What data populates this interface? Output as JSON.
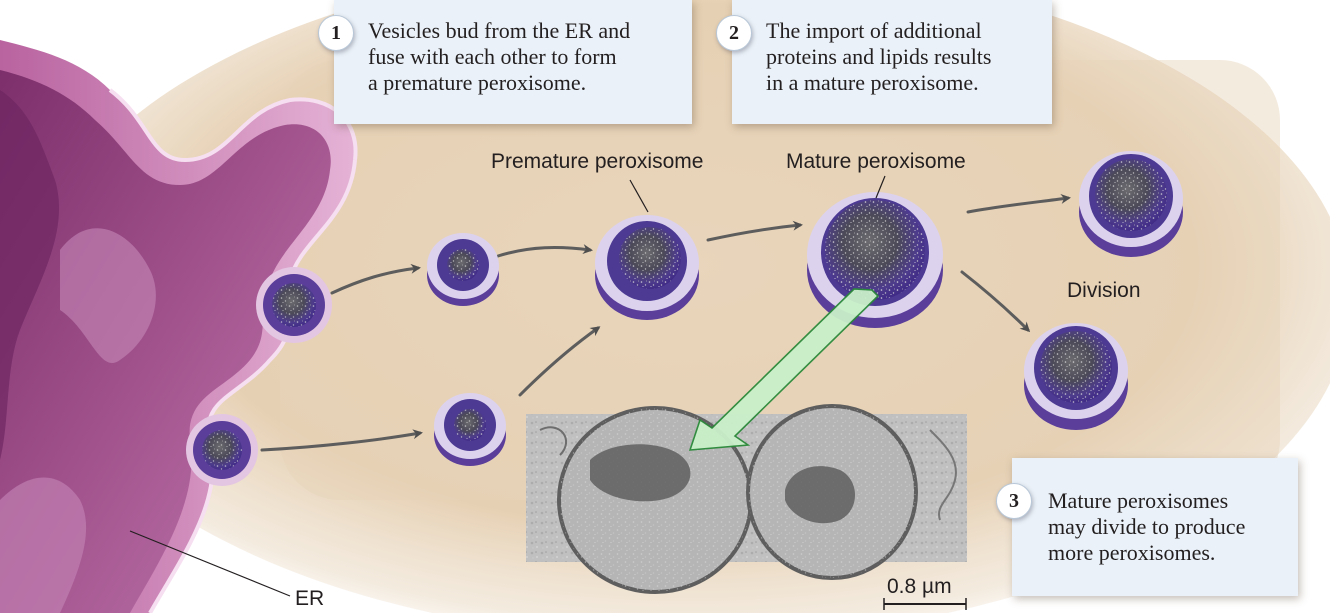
{
  "steps": [
    {
      "number": "1",
      "text": "Vesicles bud from the ER and\nfuse with each other to form\na premature peroxisome."
    },
    {
      "number": "2",
      "text": "The import of additional\nproteins and lipids results\nin a mature peroxisome."
    },
    {
      "number": "3",
      "text": "Mature peroxisomes\nmay divide to produce\nmore peroxisomes."
    }
  ],
  "labels": {
    "premature": "Premature peroxisome",
    "mature": "Mature peroxisome",
    "division": "Division",
    "er": "ER",
    "scale_bar": "0.8 µm"
  },
  "colors": {
    "background": "#e8d3b8",
    "er_membrane": "#e9bedc",
    "er_lumen": "#9a4a86",
    "peroxisome_ring": "#dcd2ee",
    "peroxisome_core": "#5b3f9b",
    "arrow": "#5d5d5d",
    "micrograph_arrow": "#c9f0c9",
    "callout_bg": "#eaf1f8"
  }
}
